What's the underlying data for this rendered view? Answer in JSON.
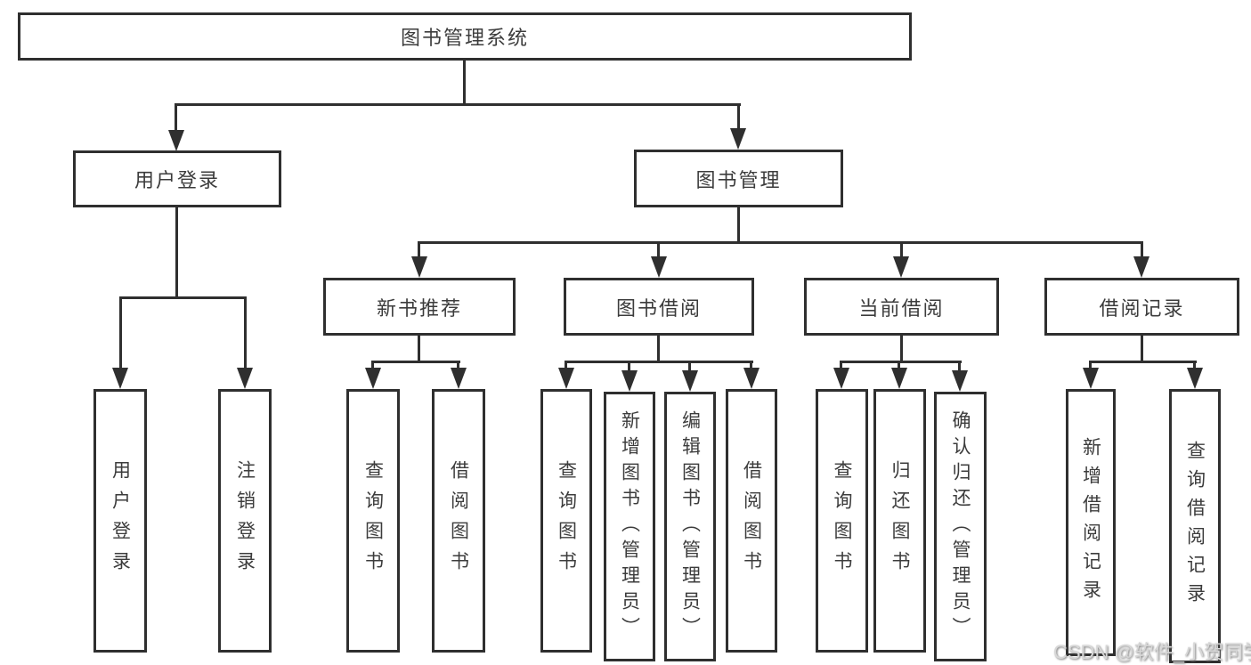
{
  "colors": {
    "line": "#2f2f2f",
    "text": "#3c3c3c",
    "background": "#ffffff",
    "watermark": "#d7d7d7"
  },
  "tree": {
    "root": {
      "label": "图书管理系统",
      "children": [
        {
          "label": "用户登录",
          "children": [
            {
              "label": "用户登录"
            },
            {
              "label": "注销登录"
            }
          ]
        },
        {
          "label": "图书管理",
          "children": [
            {
              "label": "新书推荐",
              "children": [
                {
                  "label": "查询图书"
                },
                {
                  "label": "借阅图书"
                }
              ]
            },
            {
              "label": "图书借阅",
              "children": [
                {
                  "label": "查询图书"
                },
                {
                  "label": "新增图书（管理员）"
                },
                {
                  "label": "编辑图书（管理员）"
                },
                {
                  "label": "借阅图书"
                }
              ]
            },
            {
              "label": "当前借阅",
              "children": [
                {
                  "label": "查询图书"
                },
                {
                  "label": "归还图书"
                },
                {
                  "label": "确认归还（管理员）"
                }
              ]
            },
            {
              "label": "借阅记录",
              "children": [
                {
                  "label": "新增借阅记录"
                },
                {
                  "label": "查询借阅记录"
                }
              ]
            }
          ]
        }
      ]
    }
  },
  "watermark": {
    "text": "CSDN @软件_小贺同学"
  }
}
